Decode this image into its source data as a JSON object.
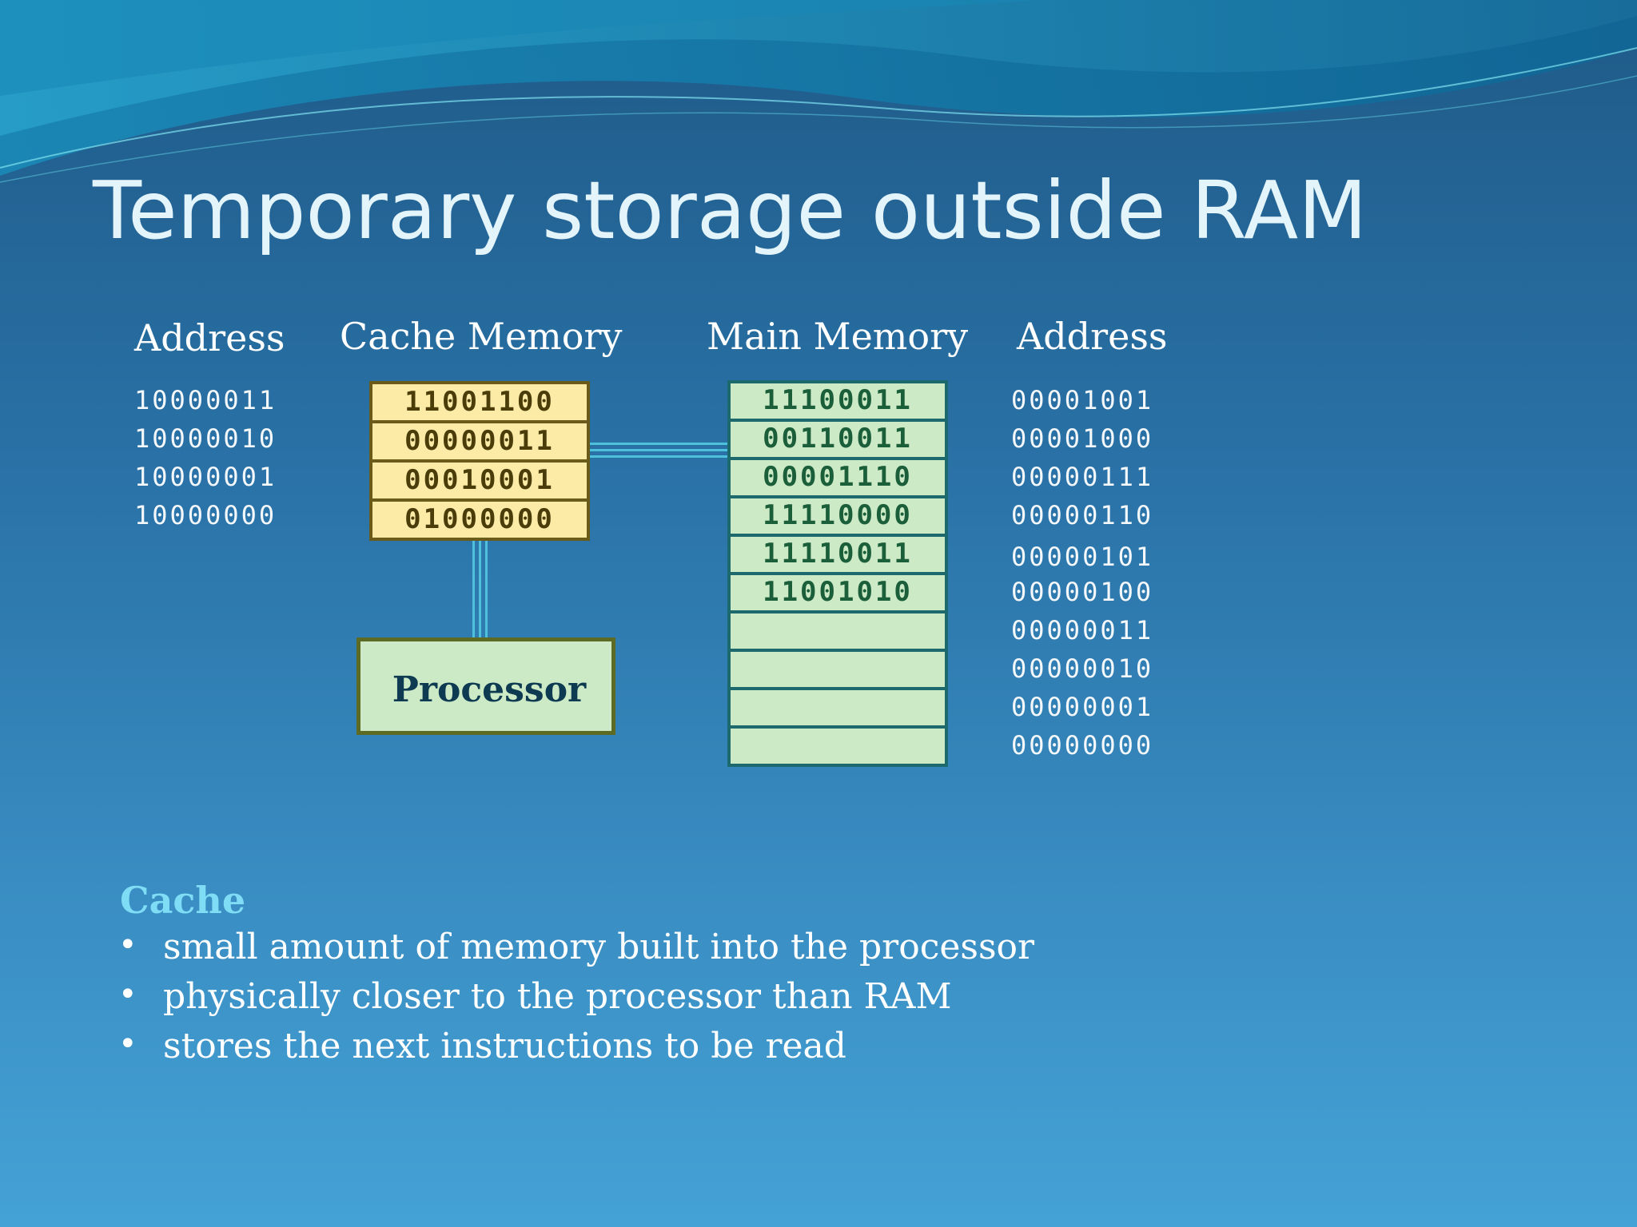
{
  "title": "Temporary storage outside RAM",
  "headers": {
    "cache_address": "Address",
    "cache_memory": "Cache Memory",
    "main_memory": "Main Memory",
    "main_address": "Address"
  },
  "cache_addresses": [
    "10000011",
    "10000010",
    "10000001",
    "10000000"
  ],
  "cache_cells": [
    "11001100",
    "00000011",
    "00010001",
    "01000000"
  ],
  "main_cells": [
    "11100011",
    "00110011",
    "00001110",
    "11110000",
    "11110011",
    "11001010",
    "",
    "",
    "",
    ""
  ],
  "main_addresses": [
    "00001001",
    "00001000",
    "00000111",
    "00000110",
    "00000101",
    "00000100",
    "00000011",
    "00000010",
    "00000001",
    "00000000"
  ],
  "processor_label": "Processor",
  "notes": {
    "heading": "Cache",
    "bullets": [
      "small amount of memory built into the processor",
      "physically closer to the processor than RAM",
      "stores the next instructions to be read"
    ]
  },
  "colors": {
    "cache_fill": "#fbeba7",
    "cache_border": "#6b5b1b",
    "main_fill": "#cdeac6",
    "main_border": "#1d6a6e",
    "connector": "#4fc0dc",
    "heading_accent": "#7fdcf5"
  }
}
